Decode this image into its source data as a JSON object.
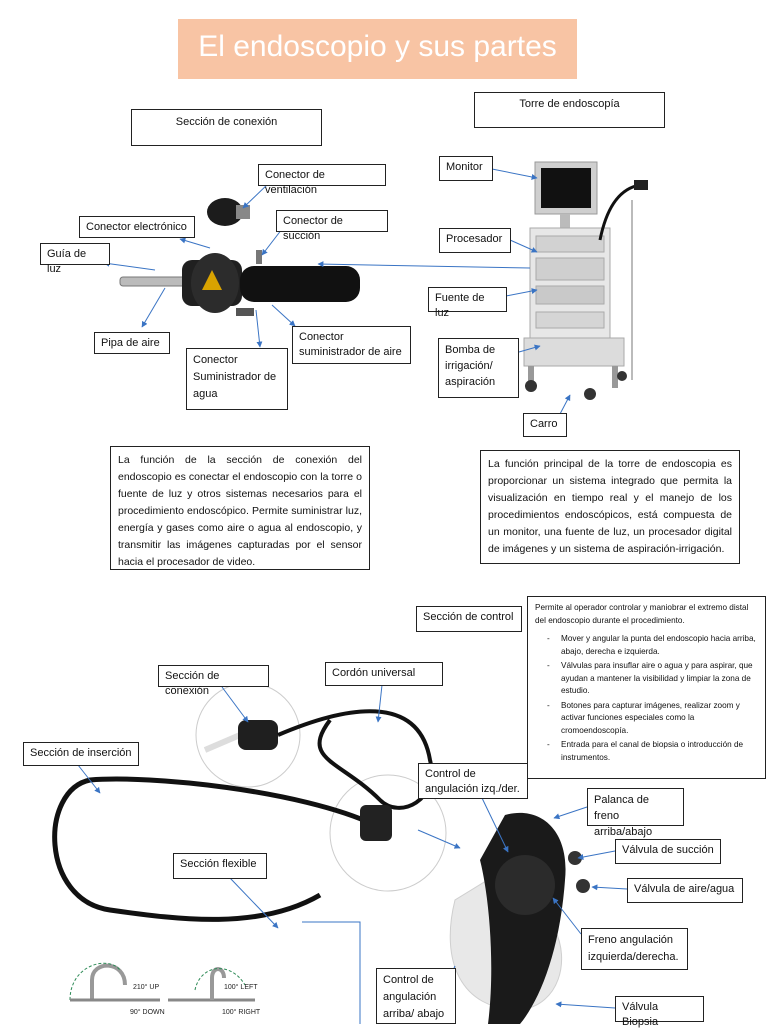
{
  "title": "El endoscopio y sus partes",
  "top_labels": {
    "seccion_conexion": "Sección de conexión",
    "torre": "Torre de endoscopía",
    "conector_ventilacion": "Conector de ventilación",
    "conector_succion": "Conector de succión",
    "conector_electronico": "Conector electrónico",
    "guia_luz": "Guía de luz",
    "pipa_aire": "Pipa de aire",
    "conector_aire": "Conector suministrador de aire",
    "conector_agua": "Conector Suministrador de agua",
    "monitor": "Monitor",
    "procesador": "Procesador",
    "fuente_luz": "Fuente de luz",
    "bomba": "Bomba de irrigación/ aspiración",
    "carro": "Carro"
  },
  "paragraphs": {
    "conexion": "La función de la sección de conexión del endoscopio es conectar el endoscopio con la torre o fuente de luz y otros sistemas necesarios para el procedimiento endoscópico. Permite suministrar luz, energía y gases como aire o agua al endoscopio, y transmitir las imágenes capturadas por el sensor hacia el procesador de video.",
    "torre": "La función principal de la torre de endoscopia es proporcionar un sistema integrado que permita la visualización en tiempo real y el manejo de los procedimientos endoscópicos, está compuesta de un monitor, una fuente de luz, un procesador digital de imágenes y un sistema de aspiración-irrigación."
  },
  "control_box": {
    "intro": "Permite al operador controlar y maniobrar el extremo distal del endoscopio durante el procedimiento.",
    "items": [
      "Mover y angular la punta del endoscopio hacia arriba, abajo, derecha e izquierda.",
      "Válvulas para insuflar aire o agua y para aspirar, que ayudan a mantener la visibilidad y limpiar la zona de estudio.",
      "Botones para capturar imágenes, realizar zoom y activar funciones especiales como la cromoendoscopía.",
      "Entrada para el canal de biopsia o introducción de instrumentos."
    ]
  },
  "bottom_labels": {
    "seccion_control": "Sección de control",
    "seccion_conexion": "Sección de conexión",
    "cordon_universal": "Cordón universal",
    "seccion_insercion": "Sección de inserción",
    "control_izq_der": "Control de angulación izq./der.",
    "palanca_freno": "Palanca de freno arriba/abajo",
    "valvula_succion": "Válvula de succión",
    "valvula_aire_agua": "Válvula de aire/agua",
    "seccion_flexible": "Sección flexible",
    "freno_angulacion": "Freno angulación izquierda/derecha.",
    "control_arriba_abajo": "Control de angulación arriba/ abajo",
    "valvula_biopsia": "Válvula Biopsia"
  },
  "tip_diagram": {
    "up": "210° UP",
    "down": "90° DOWN",
    "left": "100° LEFT",
    "right": "100° RIGHT"
  },
  "colors": {
    "title_bg": "#f8c4a4",
    "arrow": "#3a74c4"
  }
}
